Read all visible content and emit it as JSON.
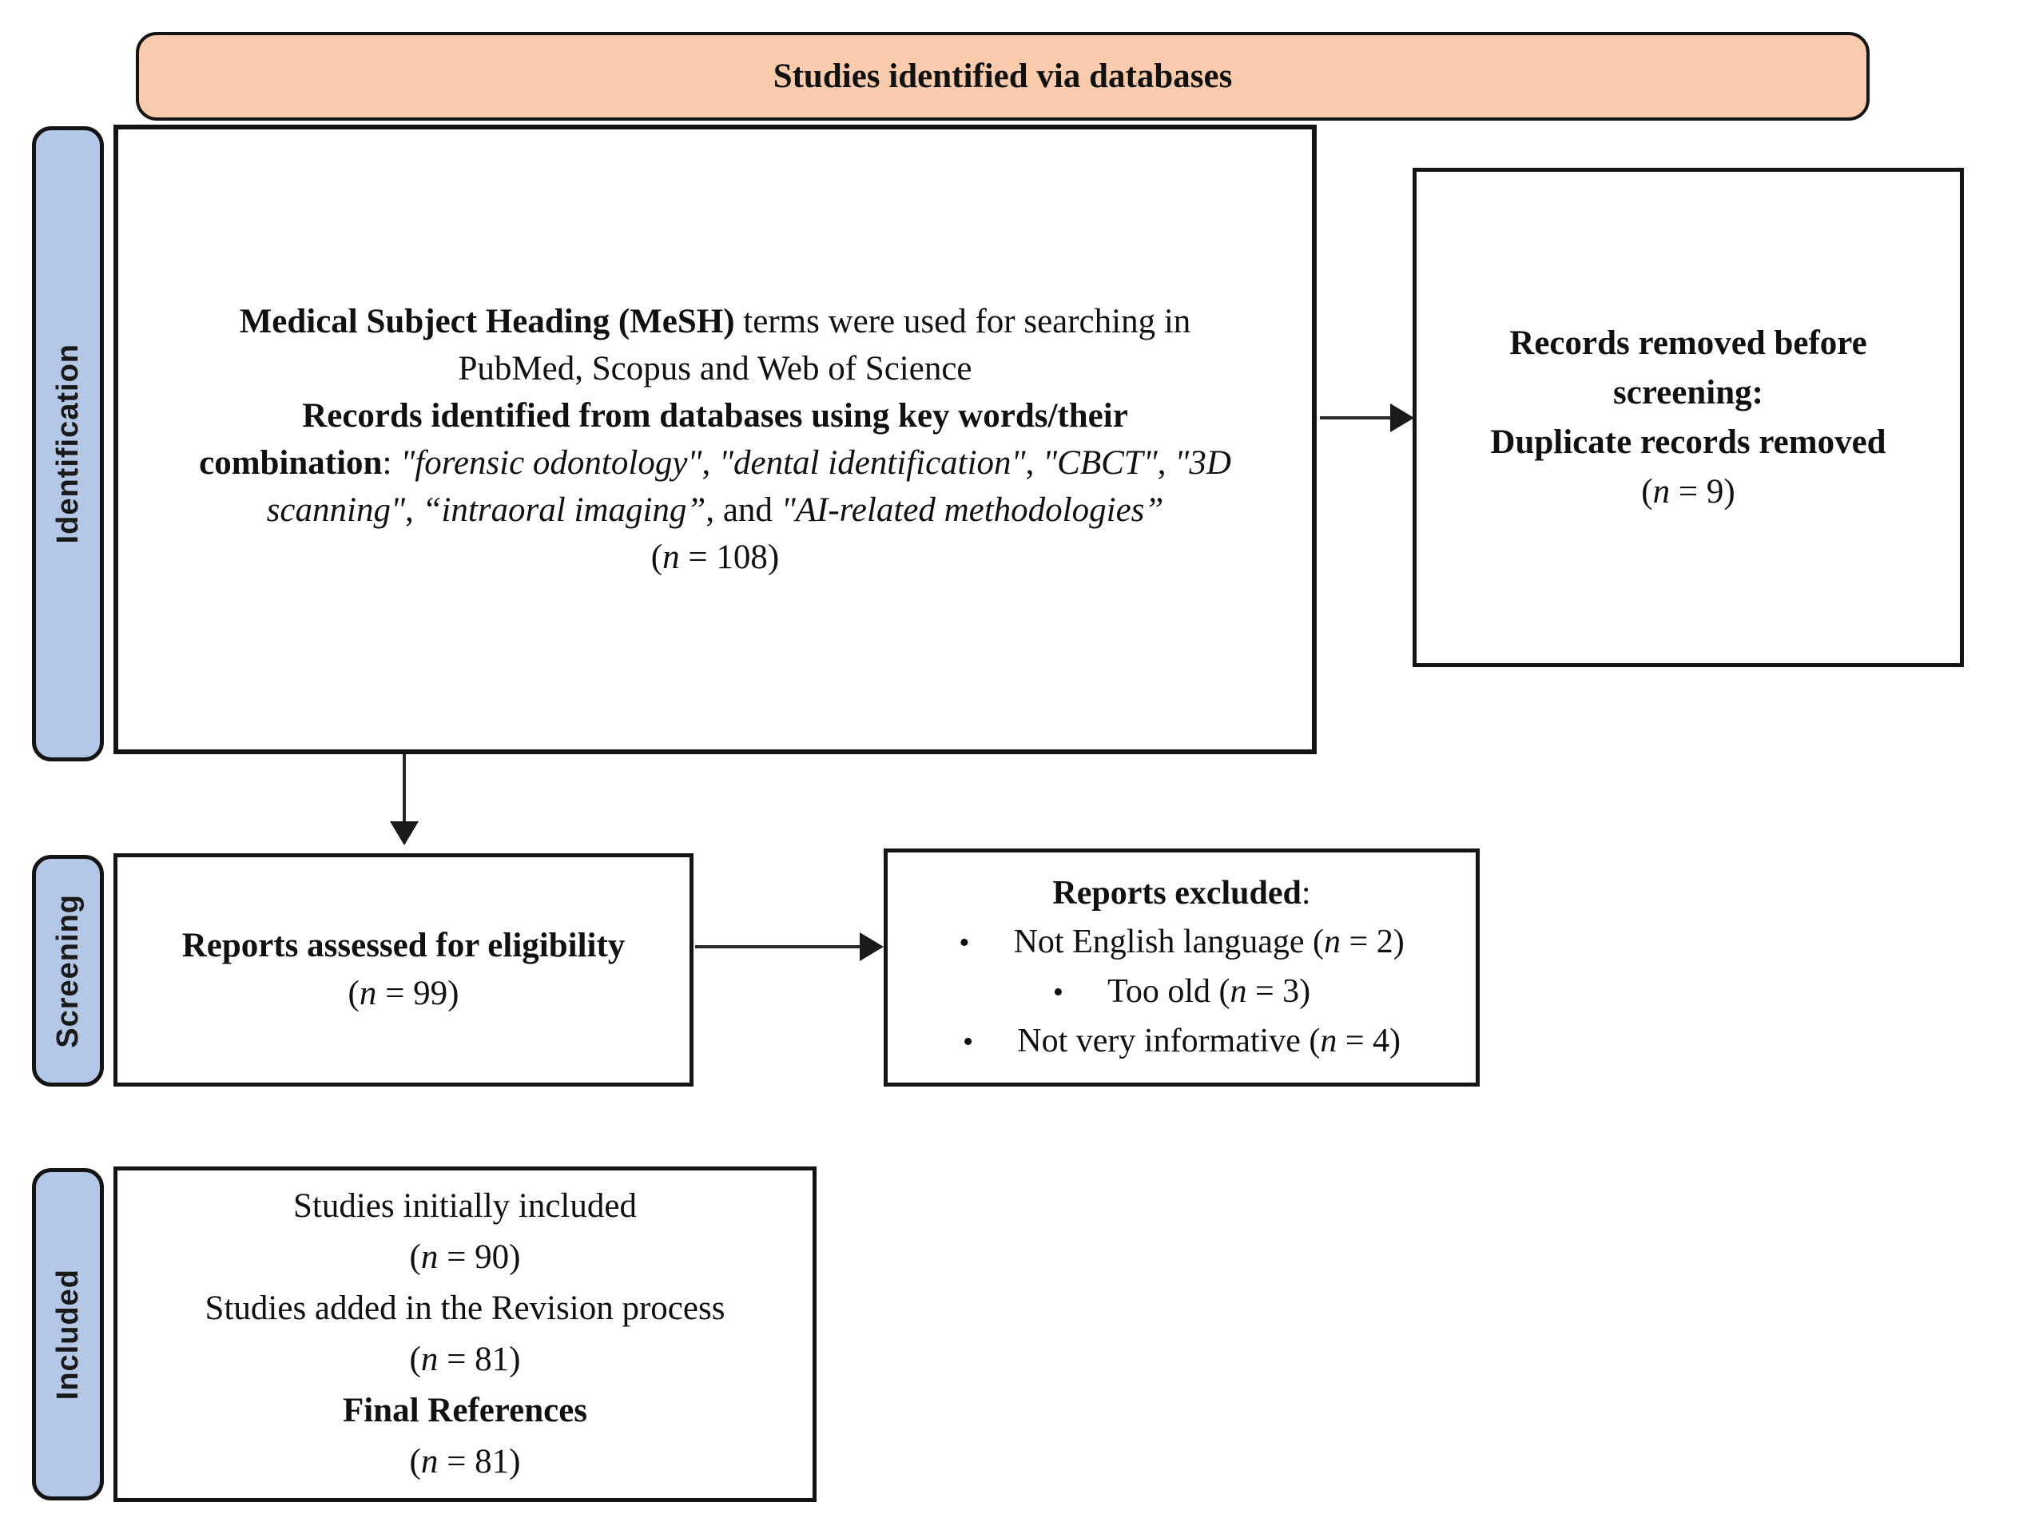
{
  "colors": {
    "banner-fill": "#f8cbad",
    "tab-fill": "#b4c7e7",
    "line": "#141414"
  },
  "banner": {
    "label": "Studies identified via databases"
  },
  "stage_tabs": {
    "identification": "Identification",
    "screening": "Screening",
    "included": "Included"
  },
  "identification_box": {
    "line1_bold": "Medical Subject Heading (MeSH)",
    "line1_rest": " terms were used for searching in",
    "line2": "PubMed, Scopus and Web of Science",
    "line3_bold": "Records identified from databases using key words/their",
    "line4_bold": "combination",
    "line4_sep0": ": ",
    "line4_q1": "\"forensic odontology\"",
    "line4_sep1": ", ",
    "line4_q2": "\"dental identification\"",
    "line4_sep2": ", ",
    "line4_q3": "\"CBCT\"",
    "line4_sep3": ", ",
    "line4_q4": "\"3D",
    "line5_q1": "scanning\"",
    "line5_sep1": ", ",
    "line5_q2": "“intraoral imaging”",
    "line5_sep2": ", and ",
    "line5_q3": "\"AI-related methodologies”",
    "count_open": "(",
    "count_var": "n",
    "count_rest": " = 108)"
  },
  "records_removed_box": {
    "line1": "Records removed before",
    "line2": "screening:",
    "line3": "Duplicate records removed",
    "count_open": "(",
    "count_var": "n",
    "count_rest": " = 9)"
  },
  "screening_box": {
    "line1": "Reports assessed for eligibility",
    "count_open": "(",
    "count_var": "n",
    "count_rest": " = 99)"
  },
  "excluded_box": {
    "title": "Reports excluded",
    "title_colon": ":",
    "bullet": "•",
    "items": [
      {
        "pre": "Not English language (",
        "var": "n",
        "post": " = 2)"
      },
      {
        "pre": "Too old (",
        "var": "n",
        "post": " = 3)"
      },
      {
        "pre": "Not very informative (",
        "var": "n",
        "post": " = 4)"
      }
    ]
  },
  "included_box": {
    "line1": "Studies initially included",
    "count1_open": "(",
    "count1_var": "n",
    "count1_rest": " = 90)",
    "line2": "Studies added in the Revision process",
    "count2_open": "(",
    "count2_var": "n",
    "count2_rest": " = 81)",
    "line3_bold": "Final References",
    "count3_open": "(",
    "count3_var": "n",
    "count3_rest": " = 81)"
  }
}
